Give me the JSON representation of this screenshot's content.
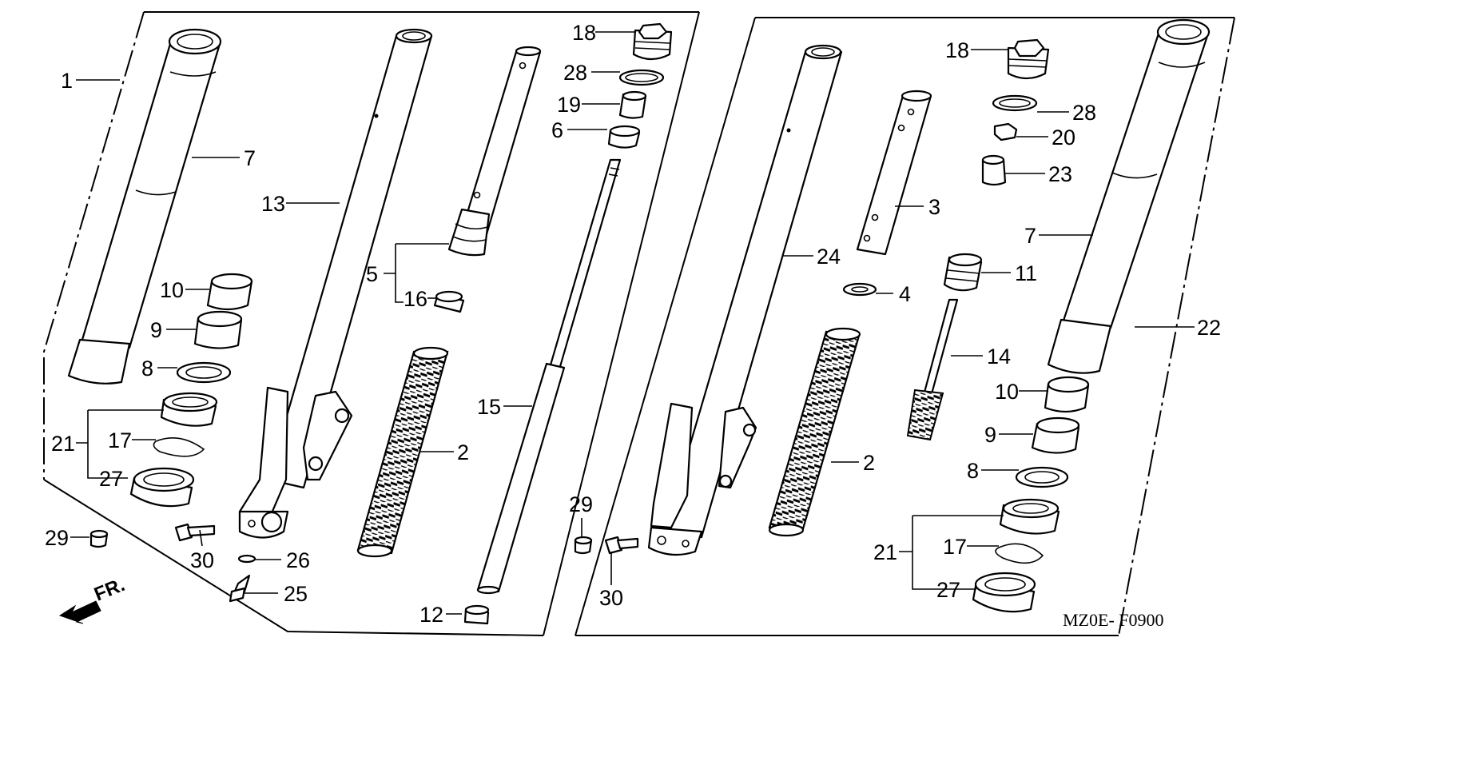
{
  "diagram": {
    "code": "MZ0E- F0900",
    "direction_label": "FR.",
    "direction_icon": "arrow-down-left-icon",
    "callouts": {
      "left_1": "1",
      "left_7": "7",
      "left_13": "13",
      "left_10": "10",
      "left_9": "9",
      "left_8": "8",
      "left_21": "21",
      "left_17": "17",
      "left_27": "27",
      "left_29": "29",
      "left_30": "30",
      "left_26": "26",
      "left_25": "25",
      "left_5": "5",
      "left_16": "16",
      "left_2": "2",
      "left_15": "15",
      "left_12": "12",
      "left_18": "18",
      "left_28": "28",
      "left_19": "19",
      "left_6": "6",
      "right_29": "29",
      "right_30": "30",
      "right_24": "24",
      "right_2": "2",
      "right_4": "4",
      "right_3": "3",
      "right_18": "18",
      "right_28": "28",
      "right_20": "20",
      "right_23": "23",
      "right_11": "11",
      "right_14": "14",
      "right_7": "7",
      "right_22": "22",
      "right_10": "10",
      "right_9": "9",
      "right_8": "8",
      "right_21": "21",
      "right_17": "17",
      "right_27": "27"
    }
  }
}
